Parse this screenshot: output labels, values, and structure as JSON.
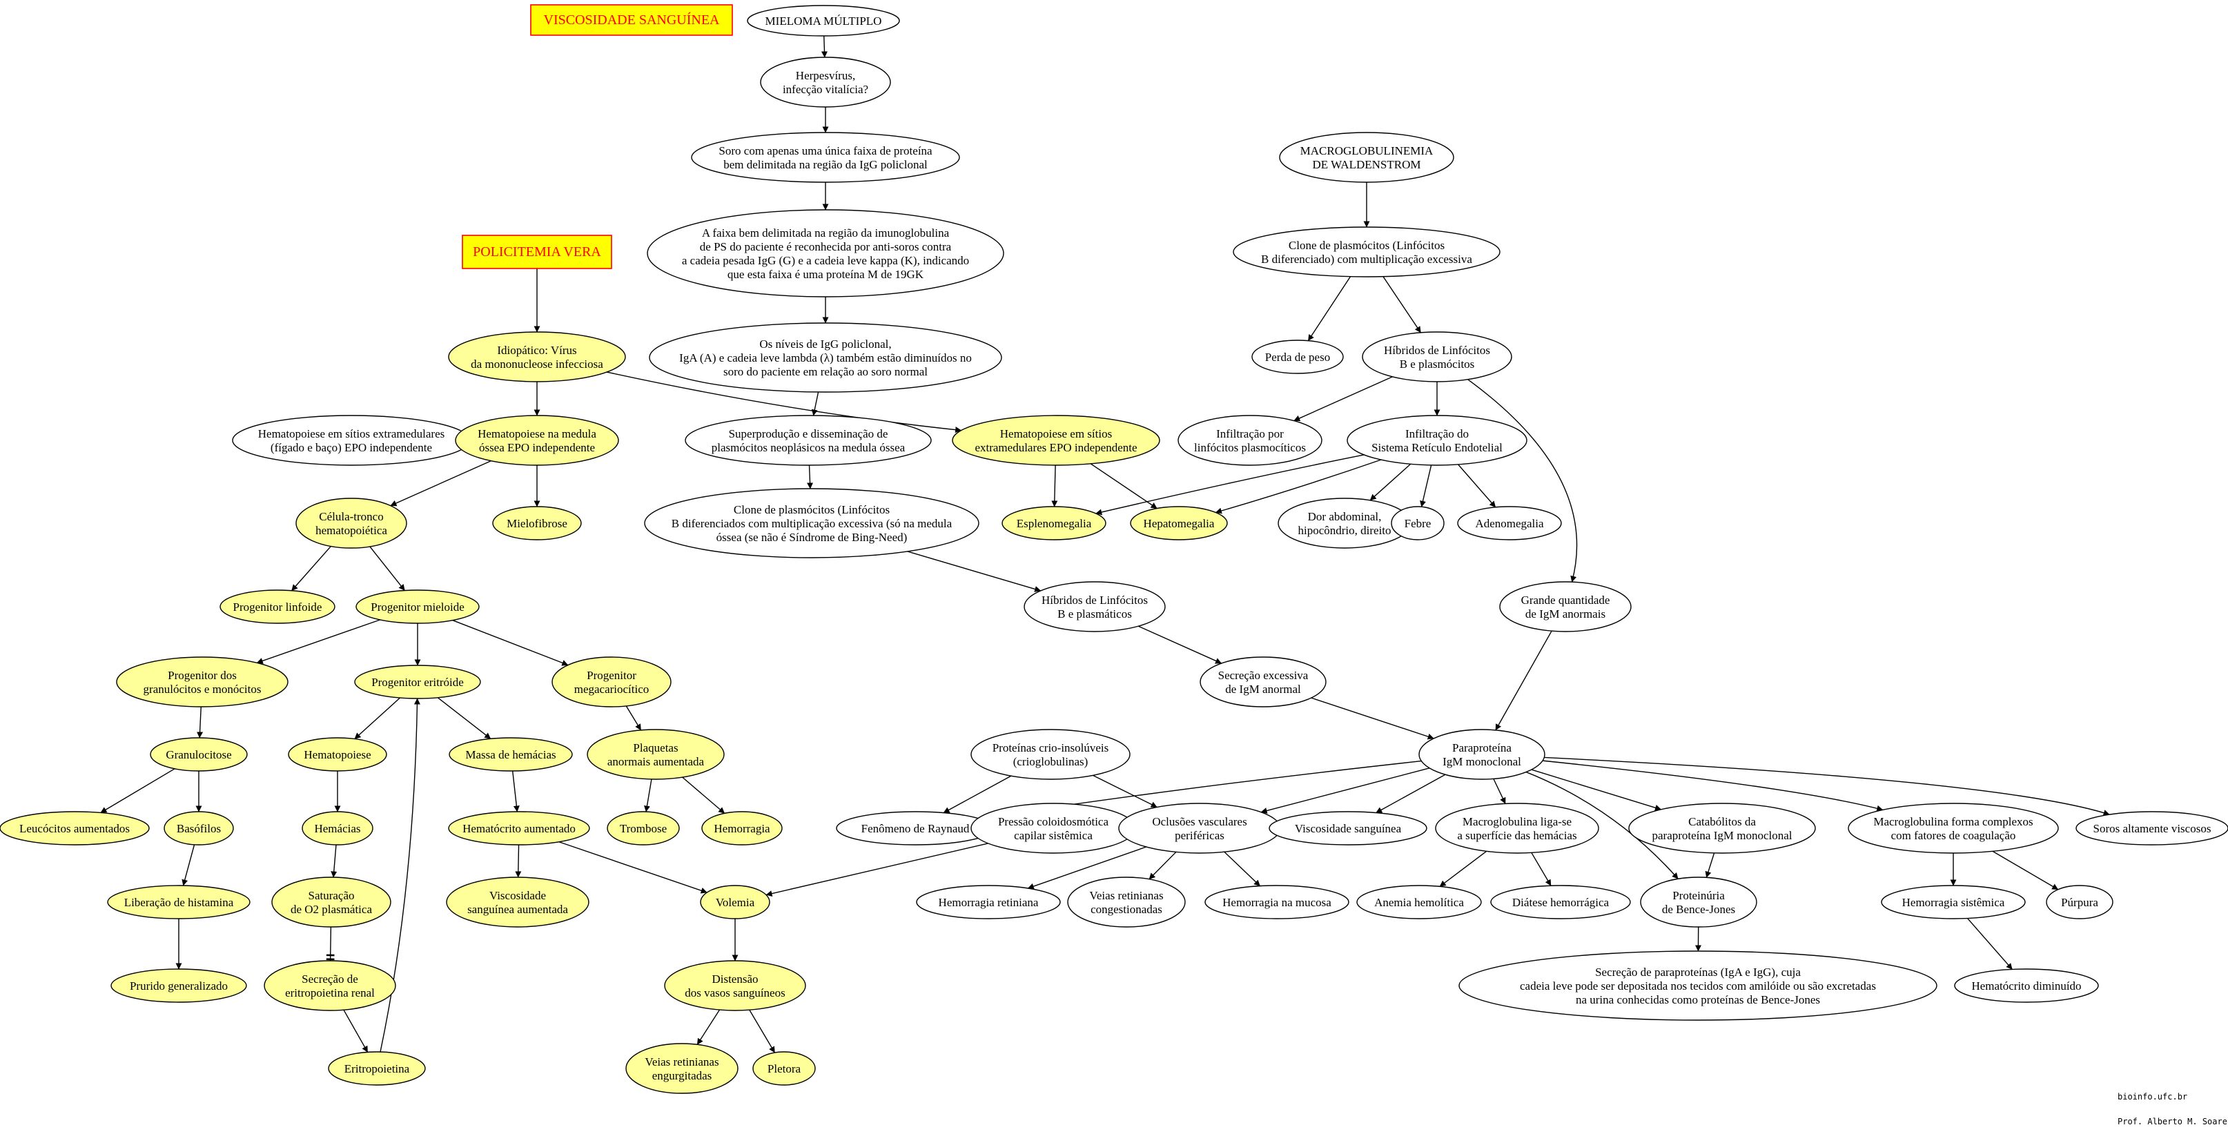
{
  "colors": {
    "node_white": "#ffffff",
    "node_yellow": "#ffff99",
    "box_yellow": "#ffff00",
    "box_border": "#ff0000",
    "box_text": "#ff0000",
    "stroke": "#000000"
  },
  "credits": {
    "site": "bioinfo.ufc.br",
    "author": "Prof. Alberto M. Soares"
  },
  "nodes": [
    {
      "id": "viscosidade_box",
      "shape": "box",
      "lines": [
        "VISCOSIDADE SANGUÍNEA"
      ]
    },
    {
      "id": "policitemia_box",
      "shape": "box",
      "lines": [
        "POLICITEMIA VERA"
      ]
    },
    {
      "id": "mieloma",
      "lines": [
        "MIELOMA MÚLTIPLO"
      ]
    },
    {
      "id": "herpesvirus",
      "lines": [
        "Herpesvírus,",
        "infecção vitalícia?"
      ]
    },
    {
      "id": "soro_faixa",
      "lines": [
        "Soro com apenas uma única faixa de proteína",
        "bem delimitada na região da IgG policlonal"
      ]
    },
    {
      "id": "faixa_bem",
      "lines": [
        "A faixa bem delimitada na região da imunoglobulina",
        "de PS do paciente é reconhecida por anti-soros contra",
        "a cadeia pesada IgG (G) e a cadeia leve kappa (K), indicando",
        "que esta faixa é uma proteína M de 19GK"
      ]
    },
    {
      "id": "niveis_igg",
      "lines": [
        "Os níveis de IgG policlonal,",
        "IgA (A) e cadeia leve lambda (λ) também estão diminuídos no",
        "soro do paciente em relação ao soro normal"
      ]
    },
    {
      "id": "superproducao",
      "lines": [
        "Superprodução e disseminação de",
        "plasmócitos neoplásicos na medula óssea"
      ]
    },
    {
      "id": "clone_plasm_mm",
      "lines": [
        "Clone de plasmócitos (Linfócitos",
        "B diferenciados com multiplicação excessiva (só na medula",
        "óssea (se não é Síndrome de Bing-Need)"
      ]
    },
    {
      "id": "hibridos_plasm",
      "lines": [
        "Híbridos de Linfócitos",
        "B e plasmáticos"
      ]
    },
    {
      "id": "secrecao_igm",
      "lines": [
        "Secreção excessiva",
        "de IgM anormal"
      ]
    },
    {
      "id": "paraproteina",
      "lines": [
        "Paraproteína",
        "IgM monoclonal"
      ]
    },
    {
      "id": "macroglob_w",
      "lines": [
        "MACROGLOBULINEMIA",
        "DE WALDENSTROM"
      ]
    },
    {
      "id": "clone_plasm_w",
      "lines": [
        "Clone de plasmócitos (Linfócitos",
        "B diferenciado) com multiplicação excessiva"
      ]
    },
    {
      "id": "perda_peso",
      "lines": [
        "Perda de peso"
      ]
    },
    {
      "id": "hibridos_linf",
      "lines": [
        "Híbridos de Linfócitos",
        "B e plasmócitos"
      ]
    },
    {
      "id": "infiltracao_linf",
      "lines": [
        "Infiltração por",
        "linfócitos plasmocíticos"
      ]
    },
    {
      "id": "infiltracao_sre",
      "lines": [
        "Infiltração do",
        "Sistema Retículo Endotelial"
      ]
    },
    {
      "id": "grande_igm",
      "lines": [
        "Grande quantidade",
        "de IgM anormais"
      ]
    },
    {
      "id": "dor_abdominal",
      "lines": [
        "Dor abdominal,",
        "hipocôndrio, direito"
      ]
    },
    {
      "id": "febre",
      "lines": [
        "Febre"
      ]
    },
    {
      "id": "adenomegalia",
      "lines": [
        "Adenomegalia"
      ]
    },
    {
      "id": "hemat_extra_epo",
      "fill": "yellow",
      "lines": [
        "Hematopoiese em sítios",
        "extramedulares EPO independente"
      ]
    },
    {
      "id": "esplenomegalia",
      "fill": "yellow",
      "lines": [
        "Esplenomegalia"
      ]
    },
    {
      "id": "hepatomegalia",
      "fill": "yellow",
      "lines": [
        "Hepatomegalia"
      ]
    },
    {
      "id": "idiopatico",
      "fill": "yellow",
      "lines": [
        "Idiopático: Vírus",
        "da mononucleose infecciosa"
      ]
    },
    {
      "id": "hemat_extra_figado",
      "lines": [
        "Hematopoiese em sítios extramedulares",
        "(fígado e baço) EPO independente"
      ]
    },
    {
      "id": "hemat_medula",
      "fill": "yellow",
      "lines": [
        "Hematopoiese na medula",
        "óssea EPO independente"
      ]
    },
    {
      "id": "celula_tronco",
      "fill": "yellow",
      "lines": [
        "Célula-tronco",
        "hematopoiética"
      ]
    },
    {
      "id": "mielofibrose",
      "fill": "yellow",
      "lines": [
        "Mielofibrose"
      ]
    },
    {
      "id": "prog_linfoide",
      "fill": "yellow",
      "lines": [
        "Progenitor linfoide"
      ]
    },
    {
      "id": "prog_mieloide",
      "fill": "yellow",
      "lines": [
        "Progenitor mieloide"
      ]
    },
    {
      "id": "prog_granulocitos",
      "fill": "yellow",
      "lines": [
        "Progenitor dos",
        "granulócitos e monócitos"
      ]
    },
    {
      "id": "prog_eritroide",
      "fill": "yellow",
      "lines": [
        "Progenitor eritróide"
      ]
    },
    {
      "id": "prog_megacario",
      "fill": "yellow",
      "lines": [
        "Progenitor",
        "megacariocítico"
      ]
    },
    {
      "id": "granulocitose",
      "fill": "yellow",
      "lines": [
        "Granulocitose"
      ]
    },
    {
      "id": "leucocitos",
      "fill": "yellow",
      "lines": [
        "Leucócitos aumentados"
      ]
    },
    {
      "id": "basofilos",
      "fill": "yellow",
      "lines": [
        "Basófilos"
      ]
    },
    {
      "id": "liberacao_hist",
      "fill": "yellow",
      "lines": [
        "Liberação de histamina"
      ]
    },
    {
      "id": "prurido",
      "fill": "yellow",
      "lines": [
        "Prurido generalizado"
      ]
    },
    {
      "id": "hematopoiese",
      "fill": "yellow",
      "lines": [
        "Hematopoiese"
      ]
    },
    {
      "id": "hemacias",
      "fill": "yellow",
      "lines": [
        "Hemácias"
      ]
    },
    {
      "id": "saturacao",
      "fill": "yellow",
      "lines": [
        "Saturação",
        "de O2 plasmática"
      ]
    },
    {
      "id": "secrecao_epo",
      "fill": "yellow",
      "lines": [
        "Secreção de",
        "eritropoietina renal"
      ]
    },
    {
      "id": "eritropoietina",
      "fill": "yellow",
      "lines": [
        "Eritropoietina"
      ]
    },
    {
      "id": "massa_hemacias",
      "fill": "yellow",
      "lines": [
        "Massa de hemácias"
      ]
    },
    {
      "id": "hematocrito_aum",
      "fill": "yellow",
      "lines": [
        "Hematócrito aumentado"
      ]
    },
    {
      "id": "viscosidade_aum",
      "fill": "yellow",
      "lines": [
        "Viscosidade",
        "sanguínea aumentada"
      ]
    },
    {
      "id": "volemia",
      "fill": "yellow",
      "lines": [
        "Volemia"
      ]
    },
    {
      "id": "distensao",
      "fill": "yellow",
      "lines": [
        "Distensão",
        "dos vasos sanguíneos"
      ]
    },
    {
      "id": "veias_ingurgitadas",
      "fill": "yellow",
      "lines": [
        "Veias retinianas",
        "engurgitadas"
      ]
    },
    {
      "id": "pletora",
      "fill": "yellow",
      "lines": [
        "Pletora"
      ]
    },
    {
      "id": "plaquetas",
      "fill": "yellow",
      "lines": [
        "Plaquetas",
        "anormais aumentada"
      ]
    },
    {
      "id": "trombose",
      "fill": "yellow",
      "lines": [
        "Trombose"
      ]
    },
    {
      "id": "hemorragia_y",
      "fill": "yellow",
      "lines": [
        "Hemorragia"
      ]
    },
    {
      "id": "proteinas_crio",
      "lines": [
        "Proteínas crio-insolúveis",
        "(crioglobulinas)"
      ]
    },
    {
      "id": "raynaud",
      "lines": [
        "Fenômeno de Raynaud"
      ]
    },
    {
      "id": "pressao_coloid",
      "lines": [
        "Pressão coloidosmótica",
        "capilar sistêmica"
      ]
    },
    {
      "id": "oclusoes",
      "lines": [
        "Oclusões vasculares",
        "periféricas"
      ]
    },
    {
      "id": "visc_sanguinea",
      "lines": [
        "Viscosidade sanguínea"
      ]
    },
    {
      "id": "macroglob_liga",
      "lines": [
        "Macroglobulina liga-se",
        "a superfície das hemácias"
      ]
    },
    {
      "id": "catabolitos",
      "lines": [
        "Catabólitos da",
        "paraproteína IgM monoclonal"
      ]
    },
    {
      "id": "macroglob_complexos",
      "lines": [
        "Macroglobulina forma complexos",
        "com fatores de coagulação"
      ]
    },
    {
      "id": "soros_viscosos",
      "lines": [
        "Soros altamente viscosos"
      ]
    },
    {
      "id": "hem_retiniana",
      "lines": [
        "Hemorragia retiniana"
      ]
    },
    {
      "id": "veias_congest",
      "lines": [
        "Veias retinianas",
        "congestionadas"
      ]
    },
    {
      "id": "hem_mucosa",
      "lines": [
        "Hemorragia na mucosa"
      ]
    },
    {
      "id": "anemia_hemolitica",
      "lines": [
        "Anemia hemolítica"
      ]
    },
    {
      "id": "diatese",
      "lines": [
        "Diátese hemorrágica"
      ]
    },
    {
      "id": "proteinuria",
      "lines": [
        "Proteinúria",
        "de Bence-Jones"
      ]
    },
    {
      "id": "hem_sistemica",
      "lines": [
        "Hemorragia sistêmica"
      ]
    },
    {
      "id": "purpura",
      "lines": [
        "Púrpura"
      ]
    },
    {
      "id": "secrecao_paraprot",
      "lines": [
        "Secreção de paraproteínas (IgA e IgG), cuja",
        "cadeia leve pode ser depositada nos tecidos com amilóide ou são excretadas",
        "na urina conhecidas como proteínas de Bence-Jones"
      ]
    },
    {
      "id": "hematocrito_dim",
      "lines": [
        "Hematócrito diminuído"
      ]
    }
  ]
}
